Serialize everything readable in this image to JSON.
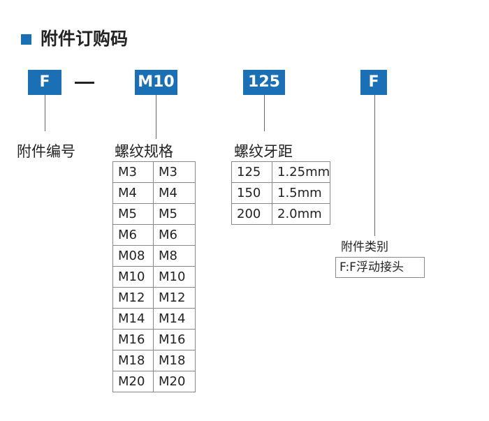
{
  "title": "附件订购码",
  "codes": {
    "accessory": "F",
    "dash": "—",
    "thread_spec": "M10",
    "thread_pitch": "125",
    "accessory_type": "F"
  },
  "labels": {
    "accessory_number": "附件编号",
    "thread_spec": "螺纹规格",
    "thread_pitch": "螺纹牙距",
    "accessory_type": "附件类别"
  },
  "thread_spec_options": [
    [
      "M3",
      "M3"
    ],
    [
      "M4",
      "M4"
    ],
    [
      "M5",
      "M5"
    ],
    [
      "M6",
      "M6"
    ],
    [
      "M08",
      "M8"
    ],
    [
      "M10",
      "M10"
    ],
    [
      "M12",
      "M12"
    ],
    [
      "M14",
      "M14"
    ],
    [
      "M16",
      "M16"
    ],
    [
      "M18",
      "M18"
    ],
    [
      "M20",
      "M20"
    ]
  ],
  "thread_pitch_options": [
    [
      "125",
      "1.25mm"
    ],
    [
      "150",
      "1.5mm"
    ],
    [
      "200",
      "2.0mm"
    ]
  ],
  "accessory_type_options": "F:F浮动接头",
  "colors": {
    "accent": "#1a6fb5"
  }
}
